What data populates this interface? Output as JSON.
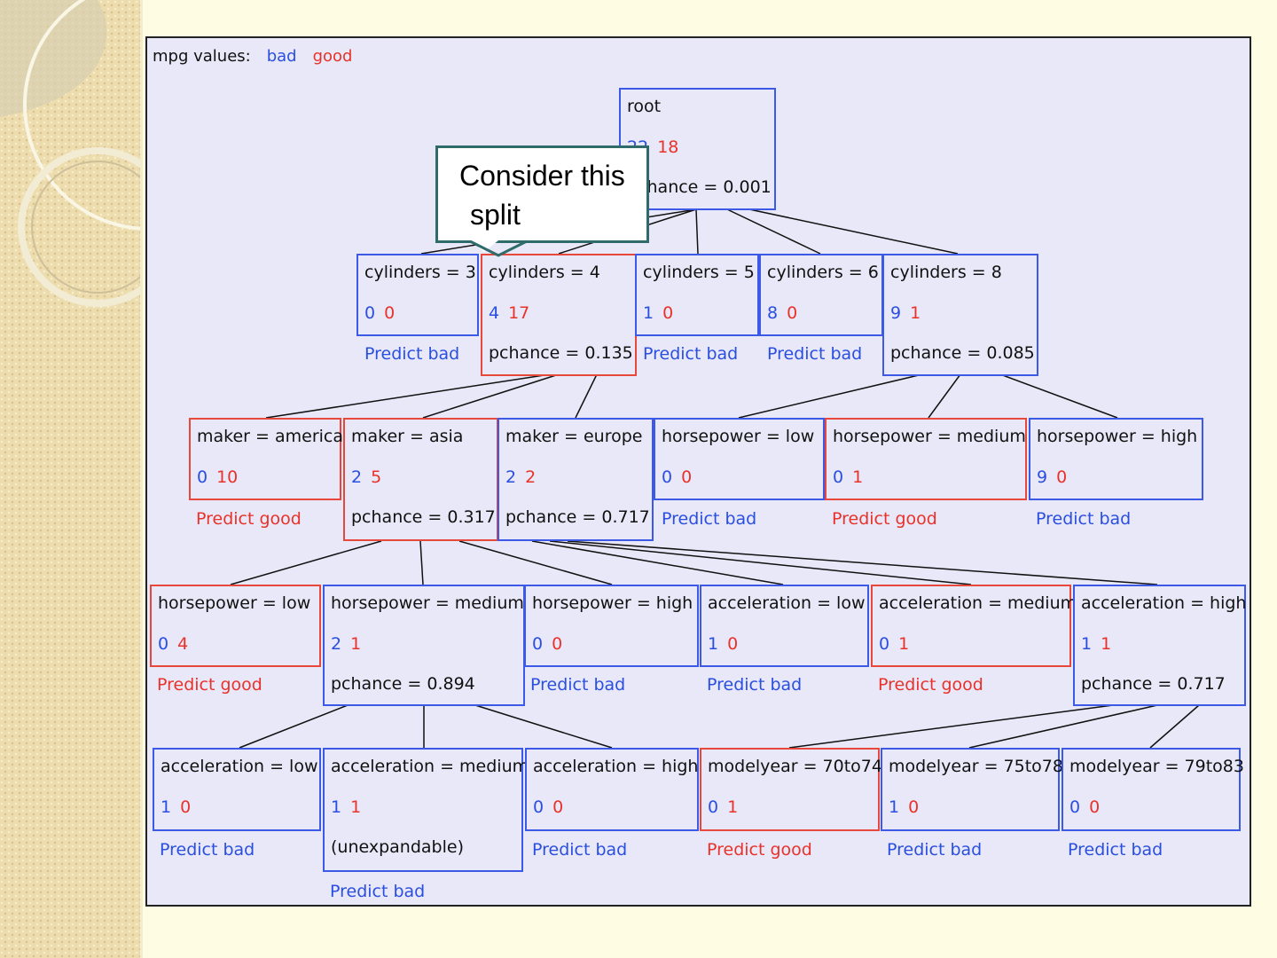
{
  "legend": {
    "label": "mpg values:",
    "bad": "bad",
    "good": "good"
  },
  "callout": {
    "line1": "Consider this",
    "line2": "split"
  },
  "colors": {
    "bad": "#2a4fe0",
    "good": "#e8322a",
    "callout_border": "#2f6b6b",
    "panel": "#e8e8f8"
  },
  "nodes": {
    "root": {
      "title": "root",
      "bad": "22",
      "good": "18",
      "pchance": "pchance = 0.001"
    },
    "cyl3": {
      "title": "cylinders = 3",
      "bad": "0",
      "good": "0",
      "predict": "Predict bad"
    },
    "cyl4": {
      "title": "cylinders = 4",
      "bad": "4",
      "good": "17",
      "pchance": "pchance = 0.135"
    },
    "cyl5": {
      "title": "cylinders = 5",
      "bad": "1",
      "good": "0",
      "predict": "Predict bad"
    },
    "cyl6": {
      "title": "cylinders = 6",
      "bad": "8",
      "good": "0",
      "predict": "Predict bad"
    },
    "cyl8": {
      "title": "cylinders = 8",
      "bad": "9",
      "good": "1",
      "pchance": "pchance = 0.085"
    },
    "mk_am": {
      "title": "maker = america",
      "bad": "0",
      "good": "10",
      "predict": "Predict good"
    },
    "mk_as": {
      "title": "maker = asia",
      "bad": "2",
      "good": "5",
      "pchance": "pchance = 0.317"
    },
    "mk_eu": {
      "title": "maker = europe",
      "bad": "2",
      "good": "2",
      "pchance": "pchance = 0.717"
    },
    "hp8_lo": {
      "title": "horsepower = low",
      "bad": "0",
      "good": "0",
      "predict": "Predict bad"
    },
    "hp8_md": {
      "title": "horsepower = medium",
      "bad": "0",
      "good": "1",
      "predict": "Predict good"
    },
    "hp8_hi": {
      "title": "horsepower = high",
      "bad": "9",
      "good": "0",
      "predict": "Predict bad"
    },
    "hpa_lo": {
      "title": "horsepower = low",
      "bad": "0",
      "good": "4",
      "predict": "Predict good"
    },
    "hpa_md": {
      "title": "horsepower = medium",
      "bad": "2",
      "good": "1",
      "pchance": "pchance = 0.894"
    },
    "hpa_hi": {
      "title": "horsepower = high",
      "bad": "0",
      "good": "0",
      "predict": "Predict bad"
    },
    "acE_lo": {
      "title": "acceleration = low",
      "bad": "1",
      "good": "0",
      "predict": "Predict bad"
    },
    "acE_md": {
      "title": "acceleration = medium",
      "bad": "0",
      "good": "1",
      "predict": "Predict good"
    },
    "acE_hi": {
      "title": "acceleration = high",
      "bad": "1",
      "good": "1",
      "pchance": "pchance = 0.717"
    },
    "acA_lo": {
      "title": "acceleration = low",
      "bad": "1",
      "good": "0",
      "predict": "Predict bad"
    },
    "acA_md": {
      "title": "acceleration = medium",
      "bad": "1",
      "good": "1",
      "pchance": "(unexpandable)",
      "predict": "Predict bad"
    },
    "acA_hi": {
      "title": "acceleration = high",
      "bad": "0",
      "good": "0",
      "predict": "Predict bad"
    },
    "my_70": {
      "title": "modelyear = 70to74",
      "bad": "0",
      "good": "1",
      "predict": "Predict good"
    },
    "my_75": {
      "title": "modelyear = 75to78",
      "bad": "1",
      "good": "0",
      "predict": "Predict bad"
    },
    "my_79": {
      "title": "modelyear = 79to83",
      "bad": "0",
      "good": "0",
      "predict": "Predict bad"
    }
  }
}
